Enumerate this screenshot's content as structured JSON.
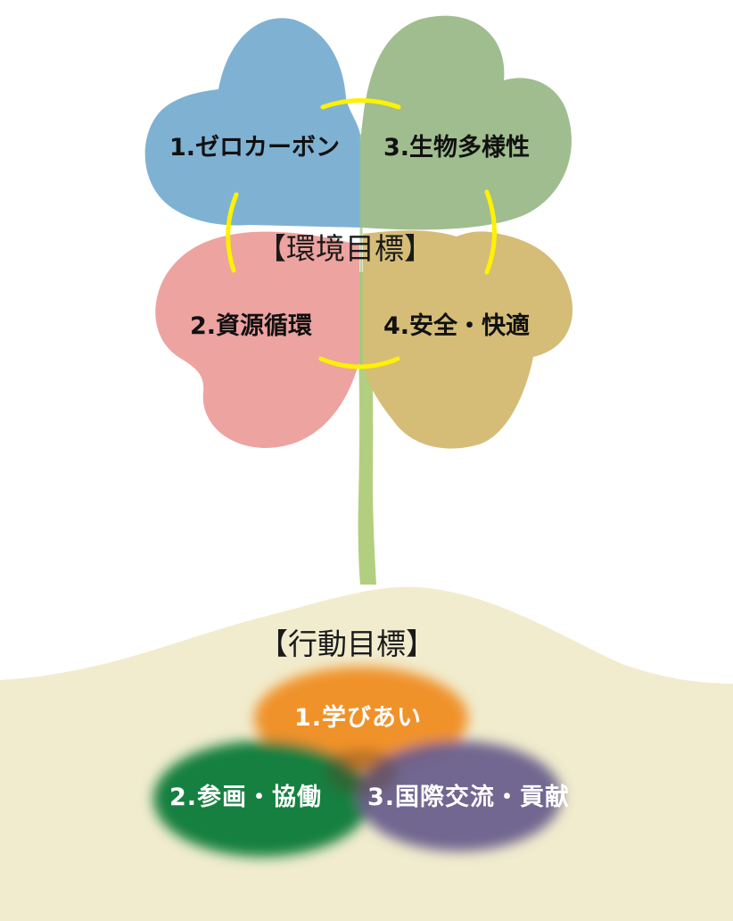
{
  "environment": {
    "title": "【環境目標】",
    "leaves": [
      {
        "label": "1.ゼロカーボン",
        "color": "#7fb2d2"
      },
      {
        "label": "3.生物多様性",
        "color": "#a0bd8f"
      },
      {
        "label": "2.資源循環",
        "color": "#eda3a0"
      },
      {
        "label": "4.安全・快適",
        "color": "#d5bd78"
      }
    ],
    "ring_color": "#fff200",
    "stem_color": "#b2cf7f"
  },
  "action": {
    "title": "【行動目標】",
    "ground_color": "#f1ecce",
    "circles": [
      {
        "label": "1.学びあい",
        "color": "#f0922a"
      },
      {
        "label": "2.参画・協働",
        "color": "#128041"
      },
      {
        "label": "3.国際交流・貢献",
        "color": "#6a5f8c"
      }
    ]
  }
}
